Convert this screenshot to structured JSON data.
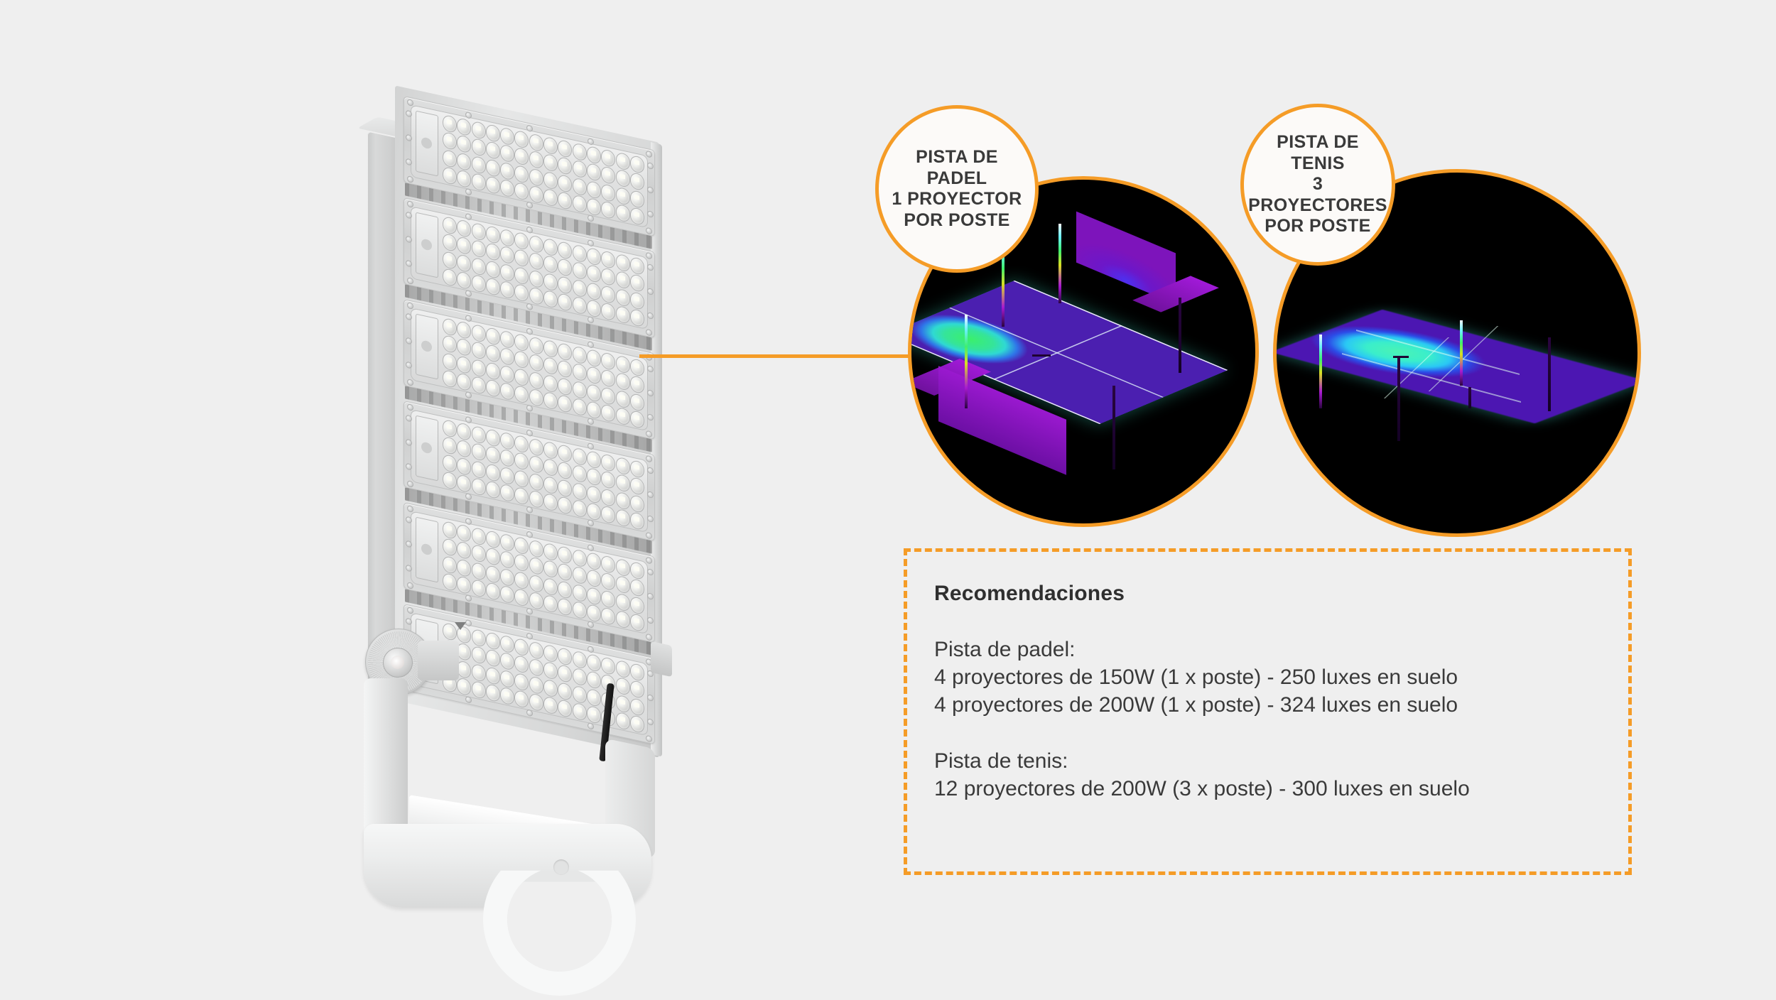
{
  "page": {
    "background_color": "#efefef",
    "accent_color": "#f59c27",
    "text_color": "#3a3a3a"
  },
  "product": {
    "name": "proyector-led-modular",
    "module_count": 6,
    "lens_rows_per_module": 4,
    "lenses_per_row": 14
  },
  "badges": {
    "padel": {
      "line1": "PISTA DE",
      "line2": "PADEL",
      "line3": "1 PROYECTOR",
      "line4": "POR POSTE"
    },
    "tenis": {
      "line1": "PISTA DE",
      "line2": "TENIS",
      "line3": "3 PROYECTORES",
      "line4": "POR POSTE"
    }
  },
  "simulations": {
    "padel": {
      "label": "simulacion-lumenica-pista-padel",
      "court_type": "padel",
      "walls": "glass-enclosure",
      "pole_count": 4
    },
    "tenis": {
      "label": "simulacion-lumenica-pista-tenis",
      "court_type": "tenis",
      "walls": "open",
      "pole_count": 4
    }
  },
  "recommendations": {
    "title": "Recomendaciones",
    "padel_heading": "Pista de padel:",
    "padel_lines": [
      "4 proyectores de 150W (1 x poste) - 250 luxes en suelo",
      "4 proyectores de 200W (1 x poste) - 324 luxes en suelo"
    ],
    "tenis_heading": "Pista de tenis:",
    "tenis_lines": [
      "12 proyectores de 200W (3 x poste) - 300 luxes en suelo"
    ]
  }
}
